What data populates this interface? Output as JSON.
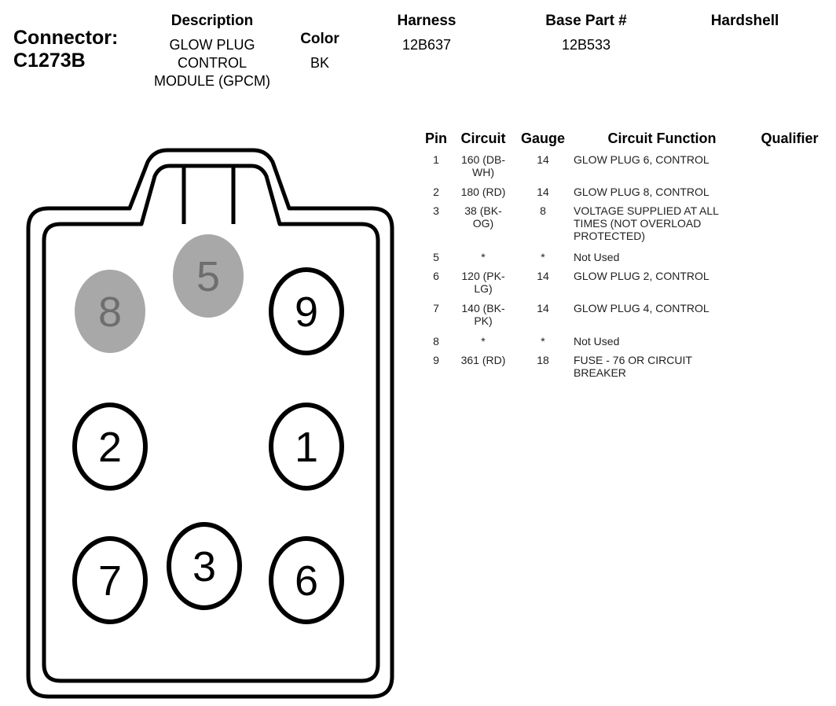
{
  "connector": {
    "label": "Connector:",
    "id": "C1273B"
  },
  "header": {
    "description_label": "Description",
    "description_lines": [
      "GLOW PLUG",
      "CONTROL",
      "MODULE (GPCM)"
    ],
    "color_label": "Color",
    "color_value": "BK",
    "harness_label": "Harness",
    "harness_value": "12B637",
    "base_part_label": "Base Part #",
    "base_part_value": "12B533",
    "hardshell_label": "Hardshell"
  },
  "table": {
    "headers": {
      "pin": "Pin",
      "circuit": "Circuit",
      "gauge": "Gauge",
      "function": "Circuit Function",
      "qualifier": "Qualifier"
    },
    "rows": [
      {
        "pin": "1",
        "circuit": [
          "160 (DB-",
          "WH)"
        ],
        "gauge": "14",
        "function": [
          "GLOW PLUG 6, CONTROL"
        ]
      },
      {
        "pin": "2",
        "circuit": [
          "180 (RD)"
        ],
        "gauge": "14",
        "function": [
          "GLOW PLUG 8, CONTROL"
        ]
      },
      {
        "pin": "3",
        "circuit": [
          "38 (BK-",
          "OG)"
        ],
        "gauge": "8",
        "function": [
          "VOLTAGE SUPPLIED AT ALL",
          "TIMES (NOT OVERLOAD",
          "PROTECTED)"
        ]
      },
      {
        "pin": "5",
        "circuit": [
          "*"
        ],
        "gauge": "*",
        "function": [
          "Not Used"
        ]
      },
      {
        "pin": "6",
        "circuit": [
          "120 (PK-",
          "LG)"
        ],
        "gauge": "14",
        "function": [
          "GLOW PLUG 2, CONTROL"
        ]
      },
      {
        "pin": "7",
        "circuit": [
          "140 (BK-",
          "PK)"
        ],
        "gauge": "14",
        "function": [
          "GLOW PLUG 4, CONTROL"
        ]
      },
      {
        "pin": "8",
        "circuit": [
          "*"
        ],
        "gauge": "*",
        "function": [
          "Not Used"
        ]
      },
      {
        "pin": "9",
        "circuit": [
          "361 (RD)"
        ],
        "gauge": "18",
        "function": [
          "FUSE - 76 OR CIRCUIT",
          "BREAKER"
        ]
      }
    ]
  },
  "pins": [
    {
      "label": "8",
      "used": false
    },
    {
      "label": "5",
      "used": false
    },
    {
      "label": "9",
      "used": true
    },
    {
      "label": "2",
      "used": true
    },
    {
      "label": "1",
      "used": true
    },
    {
      "label": "7",
      "used": true
    },
    {
      "label": "3",
      "used": true
    },
    {
      "label": "6",
      "used": true
    }
  ],
  "colors": {
    "unused_pin_fill": "#a8a8a8",
    "unused_pin_text": "#6e6e6e",
    "used_pin_fill": "#ffffff",
    "outline": "#000000"
  }
}
